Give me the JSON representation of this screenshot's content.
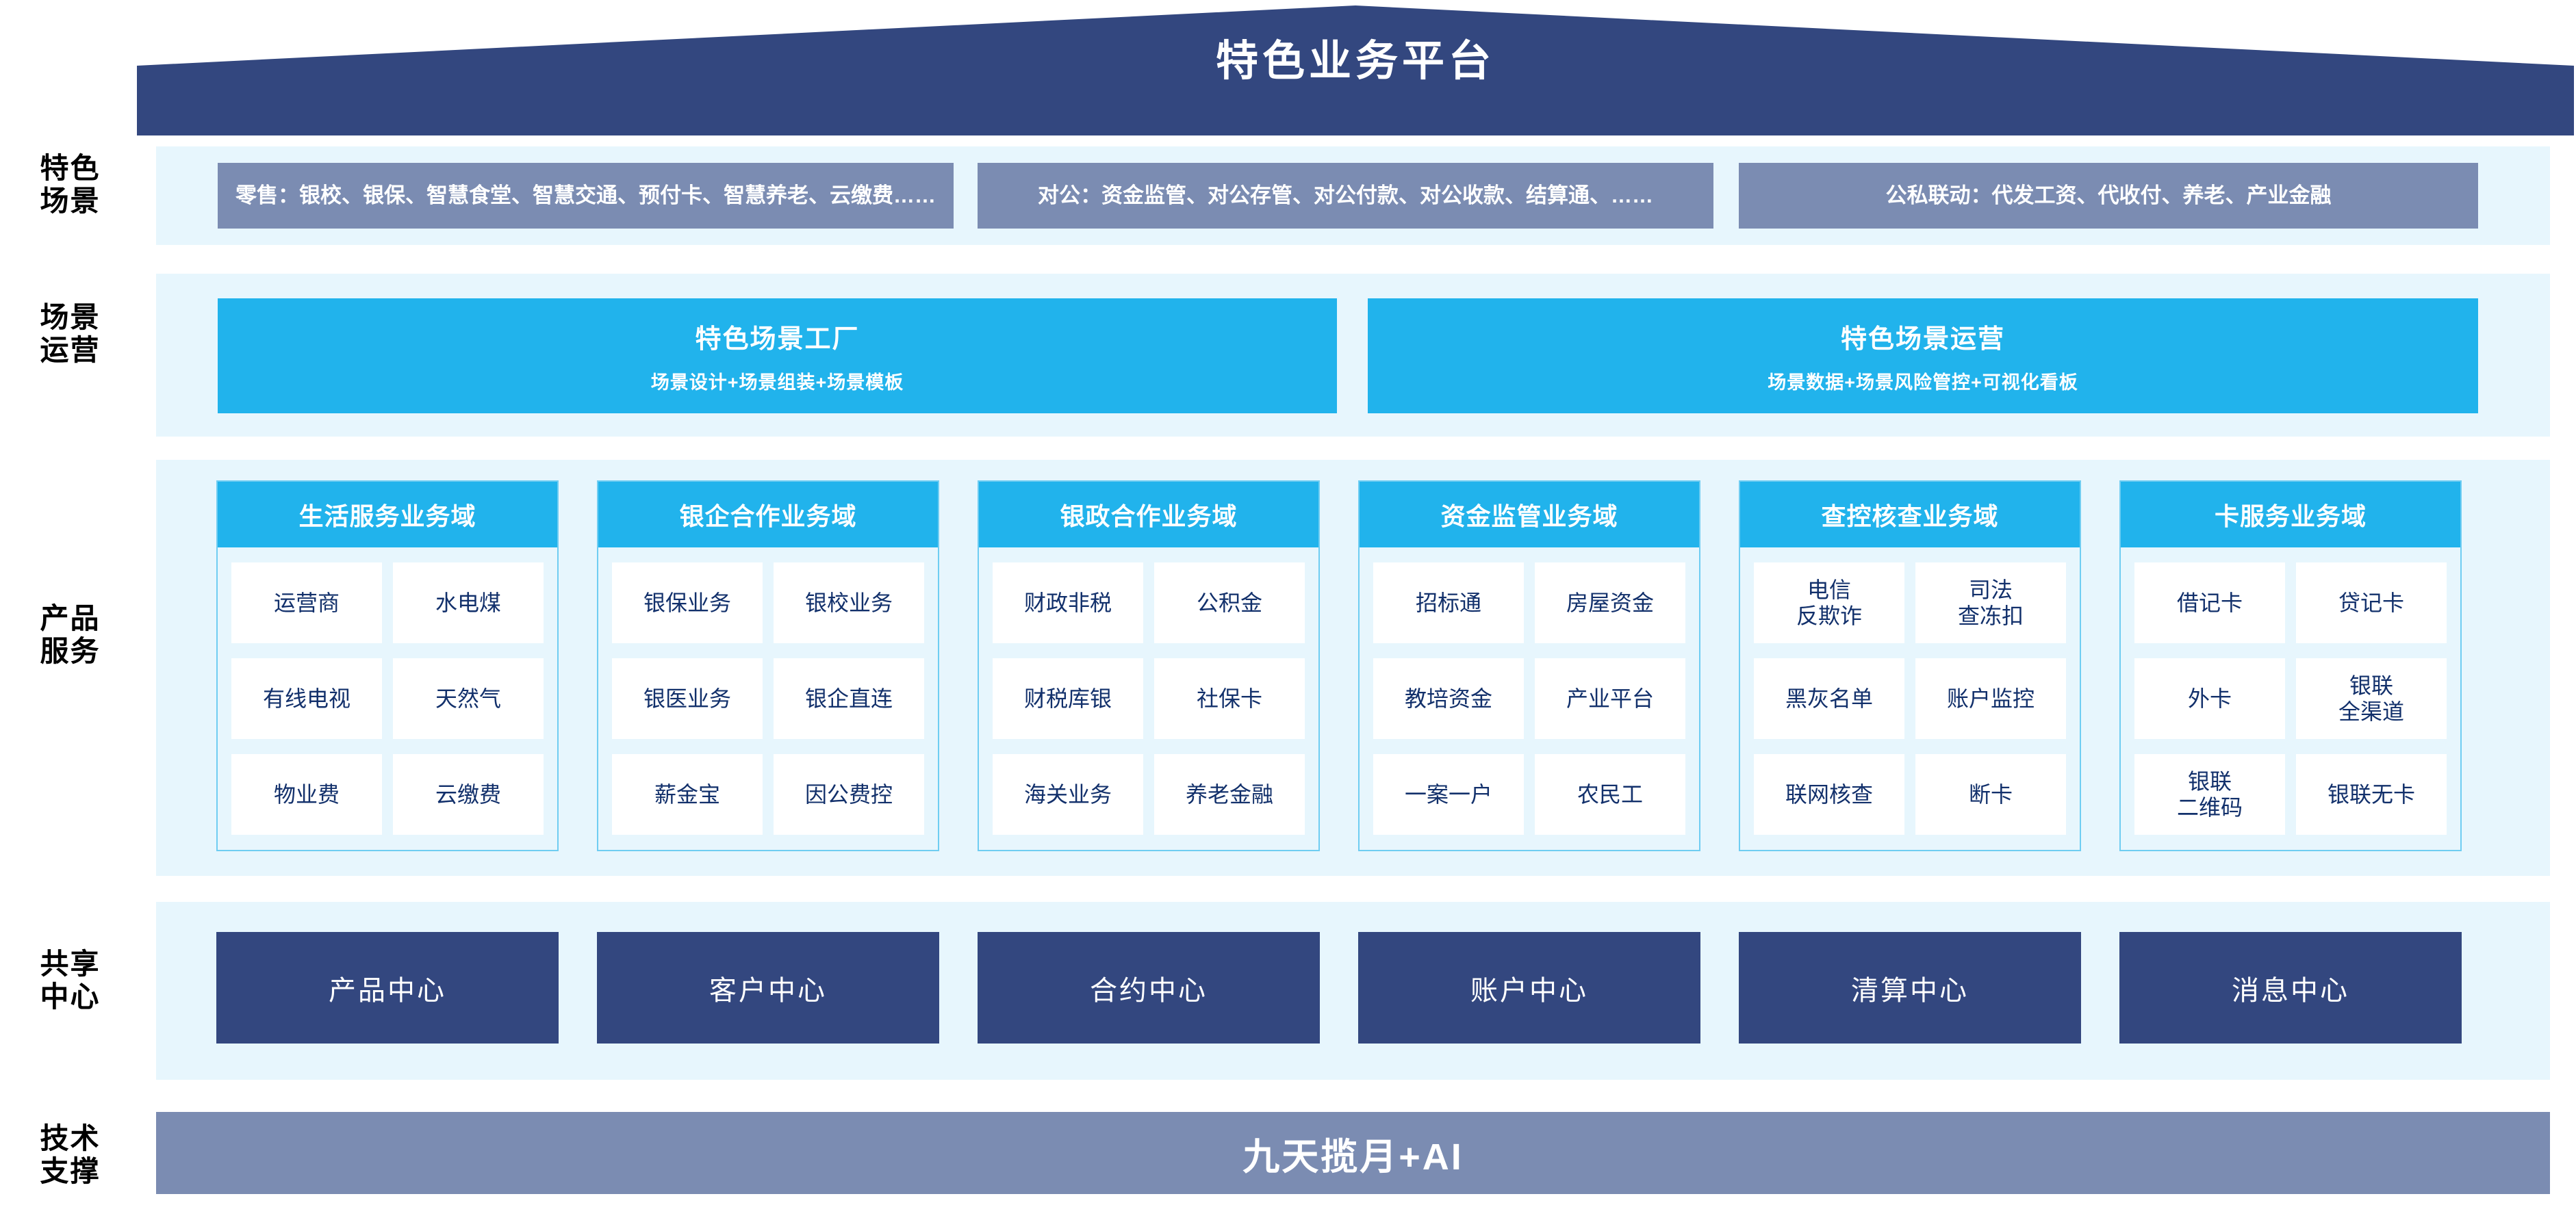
{
  "header": {
    "title": "特色业务平台",
    "roof_color": "#33477f"
  },
  "rows": {
    "scenario_label": "特色\n场景",
    "operation_label": "场景\n运营",
    "product_label": "产品\n服务",
    "shared_label": "共享\n中心",
    "tech_label": "技术\n支撑"
  },
  "scenarios": [
    {
      "text": "零售：银校、银保、智慧食堂、智慧交通、预付卡、智慧养老、云缴费……"
    },
    {
      "text": "对公：资金监管、对公存管、对公付款、对公收款、结算通、……"
    },
    {
      "text": "公私联动：代发工资、代收付、养老、产业金融"
    }
  ],
  "operations": [
    {
      "title": "特色场景工厂",
      "subtitle": "场景设计+场景组装+场景模板"
    },
    {
      "title": "特色场景运营",
      "subtitle": "场景数据+场景风险管控+可视化看板"
    }
  ],
  "domains": [
    {
      "title": "生活服务业务域",
      "items": [
        "运营商",
        "水电煤",
        "有线电视",
        "天然气",
        "物业费",
        "云缴费"
      ]
    },
    {
      "title": "银企合作业务域",
      "items": [
        "银保业务",
        "银校业务",
        "银医业务",
        "银企直连",
        "薪金宝",
        "因公费控"
      ]
    },
    {
      "title": "银政合作业务域",
      "items": [
        "财政非税",
        "公积金",
        "财税库银",
        "社保卡",
        "海关业务",
        "养老金融"
      ]
    },
    {
      "title": "资金监管业务域",
      "items": [
        "招标通",
        "房屋资金",
        "教培资金",
        "产业平台",
        "一案一户",
        "农民工"
      ]
    },
    {
      "title": "查控核查业务域",
      "items": [
        "电信\n反欺诈",
        "司法\n查冻扣",
        "黑灰名单",
        "账户监控",
        "联网核查",
        "断卡"
      ]
    },
    {
      "title": "卡服务业务域",
      "items": [
        "借记卡",
        "贷记卡",
        "外卡",
        "银联\n全渠道",
        "银联\n二维码",
        "银联无卡"
      ]
    }
  ],
  "shared_centers": [
    "产品中心",
    "客户中心",
    "合约中心",
    "账户中心",
    "清算中心",
    "消息中心"
  ],
  "tech_support": {
    "label": "九天揽月+AI"
  },
  "colors": {
    "dark_navy": "#33477f",
    "slate_blue": "#7b8cb2",
    "bright_blue": "#21b3ec",
    "pale_band": "#e7f6fd",
    "card_border": "#6fcdf2",
    "cell_text": "#12306b"
  }
}
